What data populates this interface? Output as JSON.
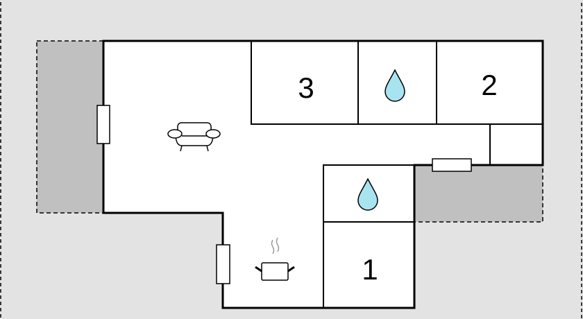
{
  "floorplan": {
    "rooms": [
      {
        "id": "bedroom-3",
        "label": "3"
      },
      {
        "id": "bedroom-2",
        "label": "2"
      },
      {
        "id": "bedroom-1",
        "label": "1"
      }
    ],
    "icons": [
      "sofa-icon",
      "cooking-pot-icon",
      "water-drop-icon",
      "water-drop-icon"
    ],
    "colors": {
      "background": "#e3e3e3",
      "terrace": "#c0c0c0",
      "floor": "#ffffff",
      "wall": "#000000",
      "water": "#a8e4f0"
    }
  }
}
